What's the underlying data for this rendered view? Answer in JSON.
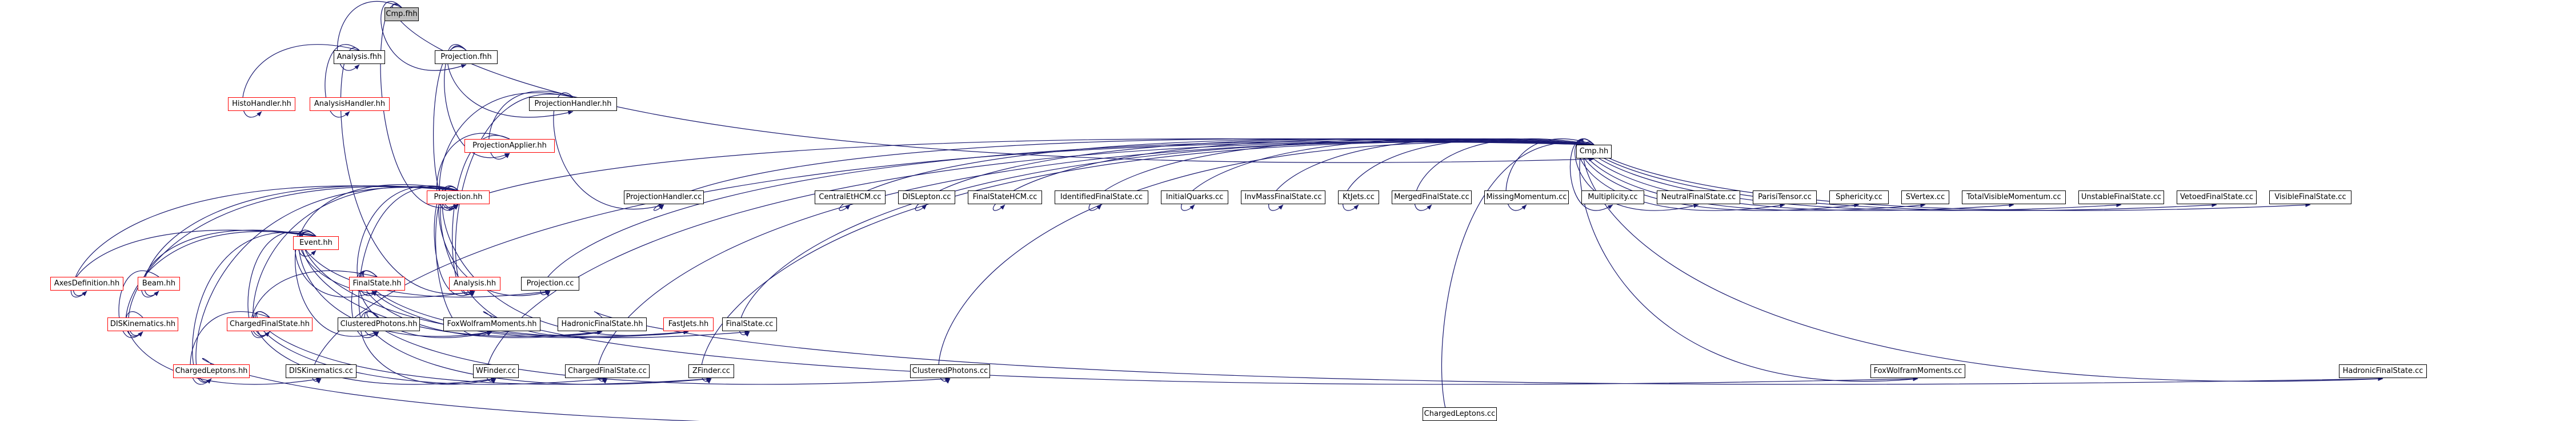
{
  "graph": {
    "nodes": [
      {
        "id": "cmp_fhh",
        "label": "Cmp.fhh",
        "outline": "root"
      },
      {
        "id": "analysis_fhh",
        "label": "Analysis.fhh",
        "outline": "black"
      },
      {
        "id": "projection_fhh",
        "label": "Projection.fhh",
        "outline": "black"
      },
      {
        "id": "histohandler_hh",
        "label": "HistoHandler.hh",
        "outline": "red"
      },
      {
        "id": "analysishandler_hh",
        "label": "AnalysisHandler.hh",
        "outline": "red"
      },
      {
        "id": "projectionhandler_hh",
        "label": "ProjectionHandler.hh",
        "outline": "black"
      },
      {
        "id": "projectionapplier_hh",
        "label": "ProjectionApplier.hh",
        "outline": "red"
      },
      {
        "id": "cmp_hh",
        "label": "Cmp.hh",
        "outline": "black"
      },
      {
        "id": "projection_hh",
        "label": "Projection.hh",
        "outline": "red"
      },
      {
        "id": "projectionhandler_cc",
        "label": "ProjectionHandler.cc",
        "outline": "black"
      },
      {
        "id": "centralethcm_cc",
        "label": "CentralEtHCM.cc",
        "outline": "black"
      },
      {
        "id": "dislepton_cc",
        "label": "DISLepton.cc",
        "outline": "black"
      },
      {
        "id": "finalstatehcm_cc",
        "label": "FinalStateHCM.cc",
        "outline": "black"
      },
      {
        "id": "identifiedfinalstate_cc",
        "label": "IdentifiedFinalState.cc",
        "outline": "black"
      },
      {
        "id": "initialquarks_cc",
        "label": "InitialQuarks.cc",
        "outline": "black"
      },
      {
        "id": "invmassfinalstate_cc",
        "label": "InvMassFinalState.cc",
        "outline": "black"
      },
      {
        "id": "ktjets_cc",
        "label": "KtJets.cc",
        "outline": "black"
      },
      {
        "id": "mergedfinalstate_cc",
        "label": "MergedFinalState.cc",
        "outline": "black"
      },
      {
        "id": "missingmomentum_cc",
        "label": "MissingMomentum.cc",
        "outline": "black"
      },
      {
        "id": "multiplicity_cc",
        "label": "Multiplicity.cc",
        "outline": "black"
      },
      {
        "id": "neutralfinalstate_cc",
        "label": "NeutralFinalState.cc",
        "outline": "black"
      },
      {
        "id": "pariotensor_cc",
        "label": "ParisiTensor.cc",
        "outline": "black"
      },
      {
        "id": "sphericity_cc",
        "label": "Sphericity.cc",
        "outline": "black"
      },
      {
        "id": "svertex_cc",
        "label": "SVertex.cc",
        "outline": "black"
      },
      {
        "id": "totalvisiblemomentum_cc",
        "label": "TotalVisibleMomentum.cc",
        "outline": "black"
      },
      {
        "id": "unstablefinalstate_cc",
        "label": "UnstableFinalState.cc",
        "outline": "black"
      },
      {
        "id": "vetoedfinalstate_cc",
        "label": "VetoedFinalState.cc",
        "outline": "black"
      },
      {
        "id": "visiblefinalstate_cc",
        "label": "VisibleFinalState.cc",
        "outline": "black"
      },
      {
        "id": "event_hh",
        "label": "Event.hh",
        "outline": "red"
      },
      {
        "id": "axesdefinition_hh",
        "label": "AxesDefinition.hh",
        "outline": "red"
      },
      {
        "id": "beam_hh",
        "label": "Beam.hh",
        "outline": "red"
      },
      {
        "id": "finalstate_hh",
        "label": "FinalState.hh",
        "outline": "red"
      },
      {
        "id": "analysis_hh",
        "label": "Analysis.hh",
        "outline": "red"
      },
      {
        "id": "projection_cc",
        "label": "Projection.cc",
        "outline": "black"
      },
      {
        "id": "diskinematics_hh",
        "label": "DISKinematics.hh",
        "outline": "red"
      },
      {
        "id": "chargedfinalstate_hh",
        "label": "ChargedFinalState.hh",
        "outline": "red"
      },
      {
        "id": "clusteredphotons_hh",
        "label": "ClusteredPhotons.hh",
        "outline": "black"
      },
      {
        "id": "foxwolframmoments_hh",
        "label": "FoxWolframMoments.hh",
        "outline": "black"
      },
      {
        "id": "hadronicfinalstate_hh",
        "label": "HadronicFinalState.hh",
        "outline": "black"
      },
      {
        "id": "fastjets_hh",
        "label": "FastJets.hh",
        "outline": "red"
      },
      {
        "id": "finalstate_cc",
        "label": "FinalState.cc",
        "outline": "black"
      },
      {
        "id": "chargedleptons_hh",
        "label": "ChargedLeptons.hh",
        "outline": "red"
      },
      {
        "id": "diskinematics_cc",
        "label": "DISKinematics.cc",
        "outline": "black"
      },
      {
        "id": "wfinder_cc",
        "label": "WFinder.cc",
        "outline": "black"
      },
      {
        "id": "chargedfinalstate_cc",
        "label": "ChargedFinalState.cc",
        "outline": "black"
      },
      {
        "id": "zfinder_cc",
        "label": "ZFinder.cc",
        "outline": "black"
      },
      {
        "id": "clusteredphotons_cc",
        "label": "ClusteredPhotons.cc",
        "outline": "black"
      },
      {
        "id": "foxwolframmoments_cc",
        "label": "FoxWolframMoments.cc",
        "outline": "black"
      },
      {
        "id": "hadronicfinalstate_cc",
        "label": "HadronicFinalState.cc",
        "outline": "black"
      },
      {
        "id": "chargedleptons_cc",
        "label": "ChargedLeptons.cc",
        "outline": "black"
      }
    ],
    "edges": [
      {
        "from": "cmp_fhh",
        "to": "analysis_fhh"
      },
      {
        "from": "cmp_fhh",
        "to": "projection_fhh"
      },
      {
        "from": "cmp_fhh",
        "to": "cmp_hh"
      },
      {
        "from": "cmp_fhh",
        "to": "projection_hh"
      },
      {
        "from": "analysis_fhh",
        "to": "histohandler_hh"
      },
      {
        "from": "analysis_fhh",
        "to": "analysishandler_hh"
      },
      {
        "from": "analysis_fhh",
        "to": "analysis_hh"
      },
      {
        "from": "projection_fhh",
        "to": "projectionhandler_hh"
      },
      {
        "from": "projection_fhh",
        "to": "projectionapplier_hh"
      },
      {
        "from": "projection_fhh",
        "to": "projection_hh"
      },
      {
        "from": "projectionhandler_hh",
        "to": "projectionapplier_hh"
      },
      {
        "from": "projectionhandler_hh",
        "to": "projection_hh"
      },
      {
        "from": "projectionhandler_hh",
        "to": "projectionhandler_cc"
      },
      {
        "from": "projectionhandler_hh",
        "to": "analysis_hh"
      },
      {
        "from": "projectionapplier_hh",
        "to": "projection_hh"
      },
      {
        "from": "projectionapplier_hh",
        "to": "analysis_hh"
      },
      {
        "from": "cmp_hh",
        "to": "projection_hh"
      },
      {
        "from": "cmp_hh",
        "to": "projectionhandler_cc"
      },
      {
        "from": "cmp_hh",
        "to": "centralethcm_cc"
      },
      {
        "from": "cmp_hh",
        "to": "dislepton_cc"
      },
      {
        "from": "cmp_hh",
        "to": "finalstatehcm_cc"
      },
      {
        "from": "cmp_hh",
        "to": "identifiedfinalstate_cc"
      },
      {
        "from": "cmp_hh",
        "to": "initialquarks_cc"
      },
      {
        "from": "cmp_hh",
        "to": "invmassfinalstate_cc"
      },
      {
        "from": "cmp_hh",
        "to": "ktjets_cc"
      },
      {
        "from": "cmp_hh",
        "to": "mergedfinalstate_cc"
      },
      {
        "from": "cmp_hh",
        "to": "missingmomentum_cc"
      },
      {
        "from": "cmp_hh",
        "to": "multiplicity_cc"
      },
      {
        "from": "cmp_hh",
        "to": "neutralfinalstate_cc"
      },
      {
        "from": "cmp_hh",
        "to": "pariotensor_cc"
      },
      {
        "from": "cmp_hh",
        "to": "sphericity_cc"
      },
      {
        "from": "cmp_hh",
        "to": "svertex_cc"
      },
      {
        "from": "cmp_hh",
        "to": "totalvisiblemomentum_cc"
      },
      {
        "from": "cmp_hh",
        "to": "unstablefinalstate_cc"
      },
      {
        "from": "cmp_hh",
        "to": "vetoedfinalstate_cc"
      },
      {
        "from": "cmp_hh",
        "to": "visiblefinalstate_cc"
      },
      {
        "from": "cmp_hh",
        "to": "projection_cc"
      },
      {
        "from": "cmp_hh",
        "to": "finalstate_cc"
      },
      {
        "from": "cmp_hh",
        "to": "diskinematics_cc"
      },
      {
        "from": "cmp_hh",
        "to": "wfinder_cc"
      },
      {
        "from": "cmp_hh",
        "to": "chargedfinalstate_cc"
      },
      {
        "from": "cmp_hh",
        "to": "zfinder_cc"
      },
      {
        "from": "cmp_hh",
        "to": "clusteredphotons_cc"
      },
      {
        "from": "cmp_hh",
        "to": "foxwolframmoments_cc"
      },
      {
        "from": "cmp_hh",
        "to": "hadronicfinalstate_cc"
      },
      {
        "from": "cmp_hh",
        "to": "chargedleptons_cc"
      },
      {
        "from": "projection_hh",
        "to": "event_hh"
      },
      {
        "from": "projection_hh",
        "to": "axesdefinition_hh"
      },
      {
        "from": "projection_hh",
        "to": "beam_hh"
      },
      {
        "from": "projection_hh",
        "to": "finalstate_hh"
      },
      {
        "from": "projection_hh",
        "to": "analysis_hh"
      },
      {
        "from": "projection_hh",
        "to": "projection_cc"
      },
      {
        "from": "projection_hh",
        "to": "diskinematics_hh"
      },
      {
        "from": "projection_hh",
        "to": "chargedfinalstate_hh"
      },
      {
        "from": "projection_hh",
        "to": "clusteredphotons_hh"
      },
      {
        "from": "projection_hh",
        "to": "foxwolframmoments_hh"
      },
      {
        "from": "projection_hh",
        "to": "hadronicfinalstate_hh"
      },
      {
        "from": "projection_hh",
        "to": "fastjets_hh"
      },
      {
        "from": "projection_hh",
        "to": "chargedleptons_hh"
      },
      {
        "from": "event_hh",
        "to": "axesdefinition_hh"
      },
      {
        "from": "event_hh",
        "to": "beam_hh"
      },
      {
        "from": "event_hh",
        "to": "finalstate_hh"
      },
      {
        "from": "event_hh",
        "to": "analysis_hh"
      },
      {
        "from": "event_hh",
        "to": "projection_cc"
      },
      {
        "from": "event_hh",
        "to": "diskinematics_hh"
      },
      {
        "from": "event_hh",
        "to": "chargedfinalstate_hh"
      },
      {
        "from": "event_hh",
        "to": "clusteredphotons_hh"
      },
      {
        "from": "event_hh",
        "to": "foxwolframmoments_hh"
      },
      {
        "from": "event_hh",
        "to": "hadronicfinalstate_hh"
      },
      {
        "from": "event_hh",
        "to": "fastjets_hh"
      },
      {
        "from": "event_hh",
        "to": "chargedleptons_hh"
      },
      {
        "from": "beam_hh",
        "to": "diskinematics_hh"
      },
      {
        "from": "finalstate_hh",
        "to": "chargedfinalstate_hh"
      },
      {
        "from": "finalstate_hh",
        "to": "clusteredphotons_hh"
      },
      {
        "from": "finalstate_hh",
        "to": "foxwolframmoments_hh"
      },
      {
        "from": "finalstate_hh",
        "to": "hadronicfinalstate_hh"
      },
      {
        "from": "finalstate_hh",
        "to": "fastjets_hh"
      },
      {
        "from": "finalstate_hh",
        "to": "finalstate_cc"
      },
      {
        "from": "diskinematics_hh",
        "to": "diskinematics_cc"
      },
      {
        "from": "chargedfinalstate_hh",
        "to": "chargedleptons_hh"
      },
      {
        "from": "chargedfinalstate_hh",
        "to": "wfinder_cc"
      },
      {
        "from": "chargedfinalstate_hh",
        "to": "chargedfinalstate_cc"
      },
      {
        "from": "chargedfinalstate_hh",
        "to": "zfinder_cc"
      },
      {
        "from": "clusteredphotons_hh",
        "to": "wfinder_cc"
      },
      {
        "from": "clusteredphotons_hh",
        "to": "zfinder_cc"
      },
      {
        "from": "clusteredphotons_hh",
        "to": "clusteredphotons_cc"
      },
      {
        "from": "foxwolframmoments_hh",
        "to": "foxwolframmoments_cc"
      },
      {
        "from": "hadronicfinalstate_hh",
        "to": "hadronicfinalstate_cc"
      },
      {
        "from": "chargedleptons_hh",
        "to": "chargedleptons_cc"
      }
    ]
  }
}
